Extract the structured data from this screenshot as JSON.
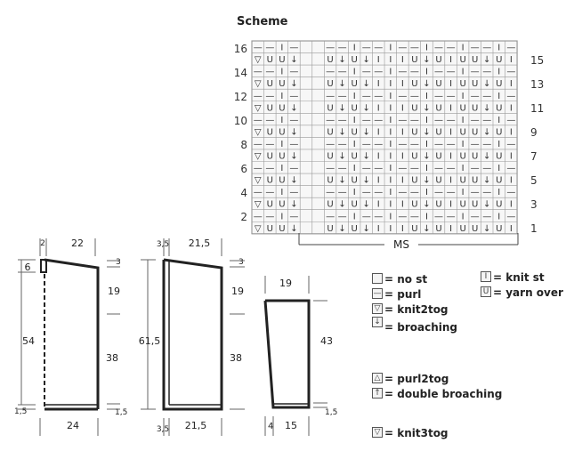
{
  "scheme": {
    "title": "Scheme",
    "rows_left": [
      "16",
      "14",
      "12",
      "10",
      "8",
      "6",
      "4",
      "2"
    ],
    "rows_right": [
      "15",
      "13",
      "11",
      "9",
      "7",
      "5",
      "3",
      "1"
    ],
    "repeat_label": "MS"
  },
  "legend": [
    {
      "symbol": "",
      "label": "= no st",
      "icon": "empty-square-icon"
    },
    {
      "symbol": "—",
      "label": "= purl",
      "icon": "purl-dash-icon"
    },
    {
      "symbol": "▽",
      "label": "= knit2tog",
      "icon": "knit2tog-icon"
    },
    {
      "symbol": "↓",
      "label": "= broaching",
      "icon": "broaching-arrow-icon"
    },
    {
      "symbol": "I",
      "label": "= knit st",
      "icon": "knit-bar-icon"
    },
    {
      "symbol": "U",
      "label": "= yarn over",
      "icon": "yarn-over-icon"
    },
    {
      "symbol": "△",
      "label": "= purl2tog",
      "icon": "purl2tog-icon"
    },
    {
      "symbol": "↑",
      "label": "= double broaching",
      "icon": "double-broaching-icon"
    },
    {
      "symbol": "▽",
      "label": "= knit3tog",
      "icon": "knit3tog-icon"
    }
  ],
  "piece1": {
    "top_left": "2",
    "top": "22",
    "left": "6",
    "mid_left": "54",
    "right_top": "3",
    "right_upper": "19",
    "right_lower": "38",
    "bottom_left": "1,5",
    "bottom_right": "1,5",
    "bottom": "24"
  },
  "piece2": {
    "top_left": "3,5",
    "top": "21,5",
    "left": "61,5",
    "right_top": "3",
    "right_upper": "19",
    "right_lower": "38",
    "bottom_left": "3,5",
    "bottom": "21,5"
  },
  "piece3": {
    "top": "19",
    "right": "43",
    "bottom_right": "1,5",
    "bottom_left": "4",
    "bottom": "15"
  }
}
